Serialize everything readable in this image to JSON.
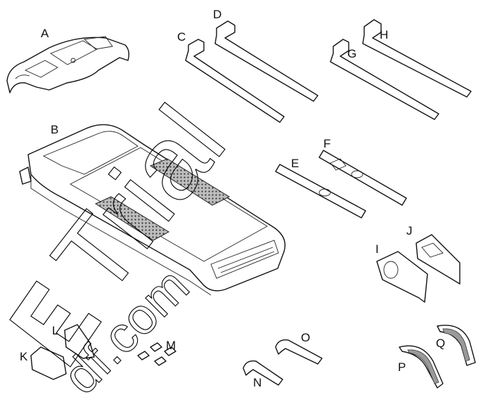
{
  "labels": {
    "A": "A",
    "B": "B",
    "C": "C",
    "D": "D",
    "E": "E",
    "F": "F",
    "G": "G",
    "H": "H",
    "I": "I",
    "J": "J",
    "K": "K",
    "L": "L",
    "M": "M",
    "N": "N",
    "O": "O",
    "P": "P",
    "Q": "Q"
  },
  "watermark": {
    "line1": "Trial",
    "line2": "df.com"
  },
  "colors": {
    "ink": "#111111",
    "background": "#ffffff",
    "fill_gray": "#9a9a9a"
  }
}
